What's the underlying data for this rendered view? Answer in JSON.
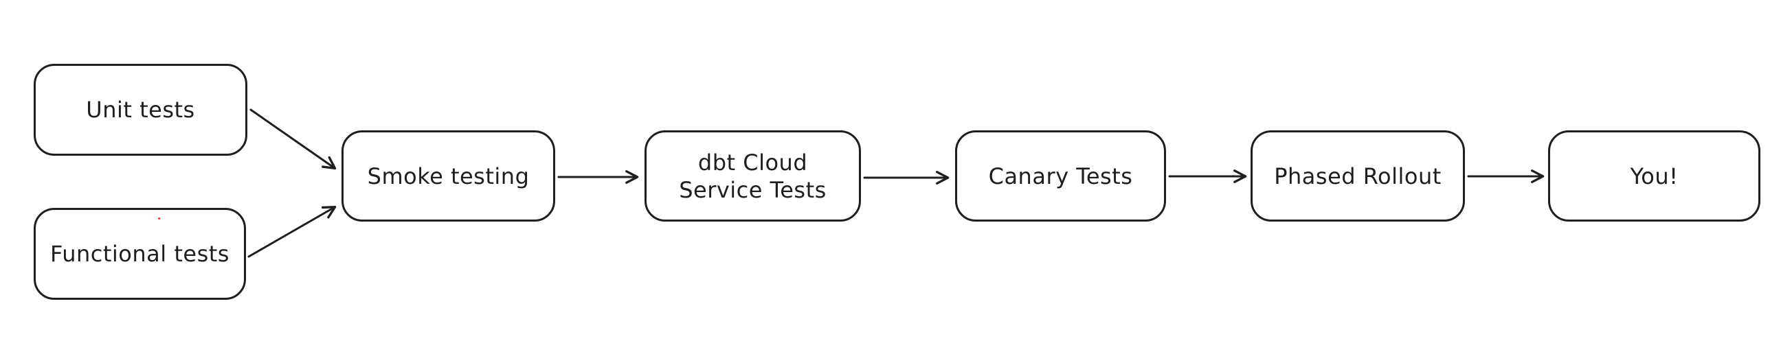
{
  "canvas": {
    "background_color": "#ffffff",
    "stroke_color": "#1e1e1e"
  },
  "nodes": [
    {
      "id": "unit-tests",
      "label": "Unit tests"
    },
    {
      "id": "functional-tests",
      "label": "Functional tests"
    },
    {
      "id": "smoke-testing",
      "label": "Smoke testing"
    },
    {
      "id": "dbt-cloud-service-tests",
      "label": "dbt Cloud Service Tests",
      "lines": [
        "dbt Cloud",
        "Service Tests"
      ]
    },
    {
      "id": "canary-tests",
      "label": "Canary Tests"
    },
    {
      "id": "phased-rollout",
      "label": "Phased Rollout"
    },
    {
      "id": "you",
      "label": "You!"
    }
  ],
  "edges": [
    {
      "from": "unit-tests",
      "to": "smoke-testing"
    },
    {
      "from": "functional-tests",
      "to": "smoke-testing"
    },
    {
      "from": "smoke-testing",
      "to": "dbt-cloud-service-tests"
    },
    {
      "from": "dbt-cloud-service-tests",
      "to": "canary-tests"
    },
    {
      "from": "canary-tests",
      "to": "phased-rollout"
    },
    {
      "from": "phased-rollout",
      "to": "you"
    }
  ]
}
